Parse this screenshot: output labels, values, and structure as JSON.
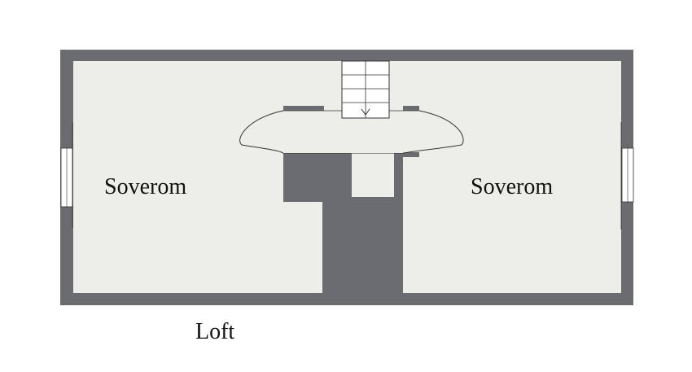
{
  "plan": {
    "title": "Loft",
    "rooms": [
      {
        "id": "bedroom-left",
        "label": "Soverom"
      },
      {
        "id": "bedroom-right",
        "label": "Soverom"
      }
    ]
  },
  "colors": {
    "wall": "#6b6c70",
    "floor": "#eeeee9",
    "background": "#ffffff",
    "line": "#333333"
  }
}
